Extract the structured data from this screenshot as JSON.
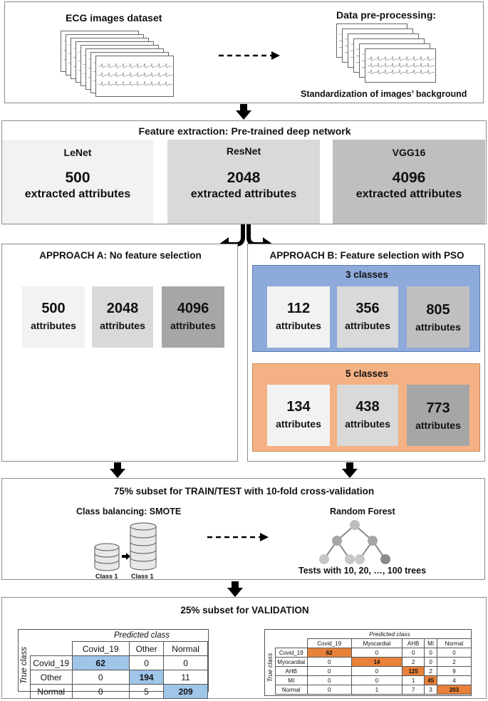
{
  "top": {
    "dataset_label": "ECG images dataset",
    "preprocess_title": "Data pre-processing:",
    "preprocess_caption": "Standardization of images’ background"
  },
  "extraction": {
    "title": "Feature extraction: Pre-trained deep network",
    "nets": [
      {
        "name": "LeNet",
        "count": "500",
        "label": "extracted attributes",
        "color": "#f2f2f2"
      },
      {
        "name": "ResNet",
        "count": "2048",
        "label": "extracted attributes",
        "color": "#d9d9d9"
      },
      {
        "name": "VGG16",
        "count": "4096",
        "label": "extracted attributes",
        "color": "#bfbfbf"
      }
    ]
  },
  "approach_a": {
    "title": "APPROACH A: No feature selection",
    "tiles": [
      {
        "count": "500",
        "label": "attributes"
      },
      {
        "count": "2048",
        "label": "attributes"
      },
      {
        "count": "4096",
        "label": "attributes"
      }
    ]
  },
  "approach_b": {
    "title": "APPROACH B: Feature selection with PSO",
    "groups": [
      {
        "title": "3 classes",
        "color": "#8eaadb",
        "tiles": [
          {
            "count": "112",
            "label": "attributes"
          },
          {
            "count": "356",
            "label": "attributes"
          },
          {
            "count": "805",
            "label": "attributes"
          }
        ]
      },
      {
        "title": "5 classes",
        "color": "#f4b183",
        "tiles": [
          {
            "count": "134",
            "label": "attributes"
          },
          {
            "count": "438",
            "label": "attributes"
          },
          {
            "count": "773",
            "label": "attributes"
          }
        ]
      }
    ]
  },
  "training": {
    "title": "75% subset for TRAIN/TEST with 10-fold cross-validation",
    "smote_title": "Class balancing: SMOTE",
    "class_left": "Class 1",
    "class_right": "Class 1",
    "rf_title": "Random Forest",
    "rf_caption": "Tests with 10, 20, …, 100 trees"
  },
  "validation": {
    "title": "25% subset for VALIDATION",
    "cm3": {
      "predicted_label": "Predicted class",
      "true_label": "True class",
      "columns": [
        "Covid_19",
        "Other",
        "Normal"
      ],
      "rows": [
        {
          "label": "Covid_19",
          "values": [
            "62",
            "0",
            "0"
          ]
        },
        {
          "label": "Other",
          "values": [
            "0",
            "194",
            "11"
          ]
        },
        {
          "label": "Normal",
          "values": [
            "0",
            "5",
            "209"
          ]
        }
      ]
    },
    "cm5": {
      "predicted_label": "Predicted class",
      "true_label": "True class",
      "columns": [
        "Covid_19",
        "Myocardial",
        "AHB",
        "MI",
        "Normal"
      ],
      "rows": [
        {
          "label": "Covid_19",
          "values": [
            "62",
            "0",
            "0",
            "0",
            "0"
          ]
        },
        {
          "label": "Myocardial",
          "values": [
            "0",
            "14",
            "2",
            "0",
            "2"
          ]
        },
        {
          "label": "AHB",
          "values": [
            "0",
            "0",
            "125",
            "2",
            "9"
          ]
        },
        {
          "label": "MI",
          "values": [
            "0",
            "0",
            "1",
            "45",
            "4"
          ]
        },
        {
          "label": "Normal",
          "values": [
            "0",
            "1",
            "7",
            "3",
            "203"
          ]
        }
      ]
    }
  }
}
